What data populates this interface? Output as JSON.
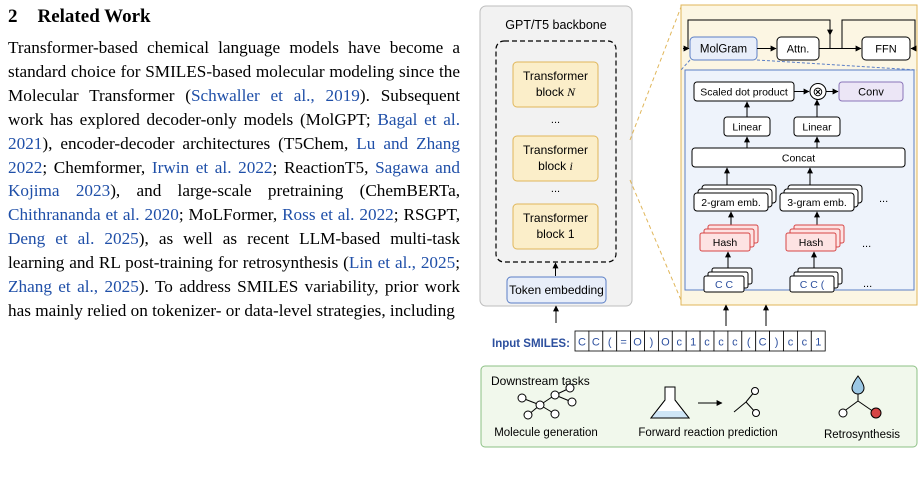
{
  "section": {
    "number": "2",
    "title": "Related Work"
  },
  "paragraph": [
    {
      "t": "Transformer-based chemical language models have become a standard choice for SMILES-based molecular modeling since the Molecular Transformer ("
    },
    {
      "t": "Schwaller et al., 2019",
      "cite": true
    },
    {
      "t": "). Subsequent work has explored decoder-only models (MolGPT; "
    },
    {
      "t": "Bagal et al. 2021",
      "cite": true
    },
    {
      "t": "), encoder-decoder architectures (T5Chem, "
    },
    {
      "t": "Lu and Zhang 2022",
      "cite": true
    },
    {
      "t": "; Chemformer, "
    },
    {
      "t": "Irwin et al. 2022",
      "cite": true
    },
    {
      "t": "; ReactionT5, "
    },
    {
      "t": "Sagawa and Kojima 2023",
      "cite": true
    },
    {
      "t": "), and large-scale pretraining (ChemBERTa, "
    },
    {
      "t": "Chithrananda et al. 2020",
      "cite": true
    },
    {
      "t": "; MoLFormer, "
    },
    {
      "t": "Ross et al. 2022",
      "cite": true
    },
    {
      "t": "; RSGPT, "
    },
    {
      "t": "Deng et al. 2025",
      "cite": true
    },
    {
      "t": "), as well as recent LLM-based multi-task learning and RL post-training for retrosynthesis ("
    },
    {
      "t": "Lin et al., 2025",
      "cite": true
    },
    {
      "t": "; "
    },
    {
      "t": "Zhang et al., 2025",
      "cite": true
    },
    {
      "t": "). To address SMILES variability, prior work has mainly relied on tokenizer- or data-level strategies, including"
    }
  ],
  "figure": {
    "backbone_title": "GPT/T5 backbone",
    "blocks": [
      {
        "line1": "Transformer",
        "line2": "block ",
        "sym": "N"
      },
      {
        "line1": "Transformer",
        "line2": "block ",
        "sym": "i"
      },
      {
        "line1": "Transformer",
        "line2": "block 1",
        "sym": ""
      }
    ],
    "ellipsis": "...",
    "token_embedding": "Token embedding",
    "molgram": "MolGram",
    "attn": "Attn.",
    "ffn": "FFN",
    "scaled_dot": "Scaled dot product",
    "otimes": "⊗",
    "conv": "Conv",
    "linear": "Linear",
    "concat": "Concat",
    "emb2": "2-gram emb.",
    "emb3": "3-gram emb.",
    "hash": "Hash",
    "ngram2": "C C",
    "ngram3": "C C (",
    "input_label": "Input SMILES:",
    "smiles_tokens": [
      "C",
      "C",
      "(",
      "=",
      "O",
      ")",
      "O",
      "c",
      "1",
      "c",
      "c",
      "c",
      "(",
      "C",
      ")",
      "c",
      "c",
      "1"
    ],
    "downstream_title": "Downstream tasks",
    "tasks": [
      "Molecule generation",
      "Forward reaction prediction",
      "Retrosynthesis"
    ],
    "colors": {
      "block_fill": "#fbeec9",
      "block_stroke": "#e0b65a",
      "blue_fill": "#e8eef9",
      "blue_stroke": "#5b7fc6",
      "conv_fill": "#ece6f6",
      "conv_stroke": "#8a74b8",
      "hash_stroke": "#d64545",
      "hash_fill": "#fde3e3",
      "panel_fill": "#fcf6e3",
      "panel_stroke": "#e0b65a",
      "downstream_fill": "#f1f8ec",
      "downstream_stroke": "#8cc084",
      "input_blue": "#2c4f9e",
      "flask_fill": "#cfe6f6",
      "retro_red": "#d64545"
    }
  }
}
